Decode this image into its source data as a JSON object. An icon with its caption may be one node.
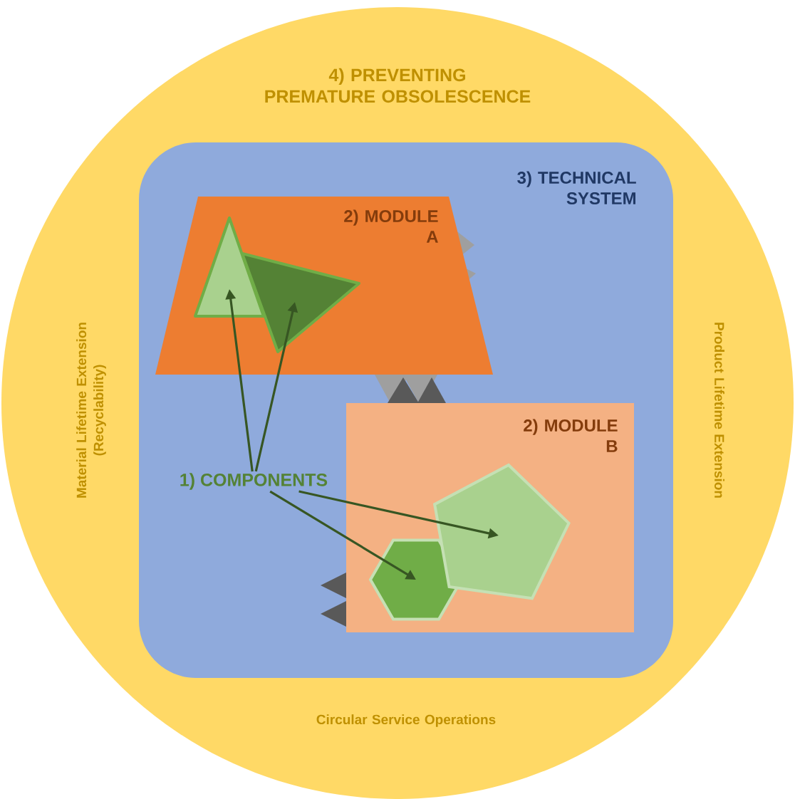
{
  "diagram": {
    "nodes": [
      {
        "text": [
          "4) PREVENTING PREMATURE OBSOLESCENCE",
          "Material Lifetime Extension (Recyclability)",
          "Product Lifetime Extension",
          "Circular Service Operations"
        ]
      },
      {
        "text": [
          "3) TECHNICAL SYSTEM"
        ],
        "in": 0
      },
      {
        "text": [
          "2) MODULE A"
        ],
        "in": 1
      },
      {
        "text": [
          "2) MODULE B"
        ],
        "in": 1
      },
      {
        "text": [],
        "shape": "triangle",
        "in": 2
      },
      {
        "text": [],
        "shape": "triangle",
        "in": 2
      },
      {
        "text": [],
        "shape": "hexagon",
        "in": 3
      },
      {
        "text": [],
        "shape": "pentagon",
        "in": 3
      },
      {
        "text": [
          "1) COMPONENTS"
        ],
        "in": 1
      }
    ],
    "edges": [
      {
        "from": 8,
        "to": 4,
        "arrow": "to"
      },
      {
        "from": 8,
        "to": 5,
        "arrow": "to"
      },
      {
        "from": 8,
        "to": 7,
        "arrow": "to"
      },
      {
        "from": 8,
        "to": 6,
        "arrow": "to"
      }
    ]
  }
}
